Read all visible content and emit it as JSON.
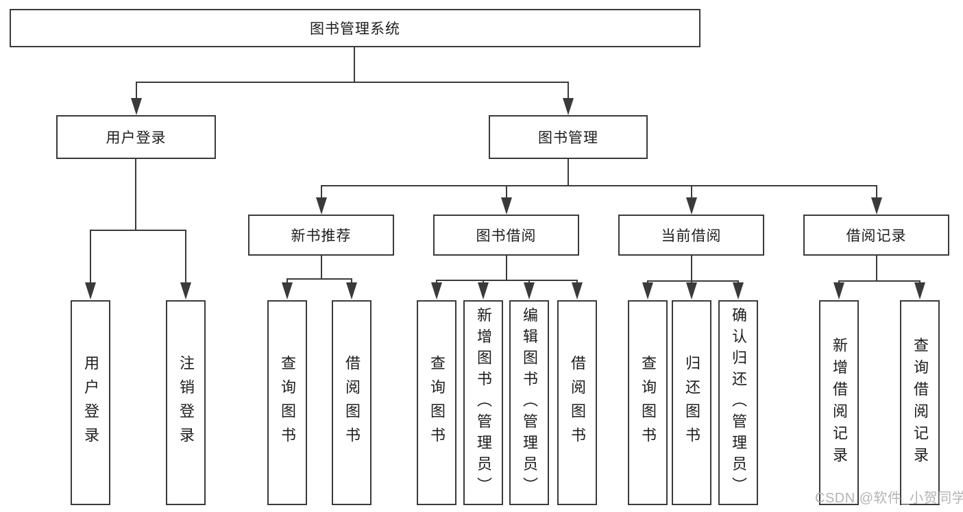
{
  "colors": {
    "line": "#3a3a3a",
    "text": "#1d1d1d",
    "box_background": "#ffffff",
    "watermark": "#b4b4b4"
  },
  "tree": {
    "root": "图书管理系统",
    "children": [
      {
        "label": "用户登录",
        "children": [
          "用户登录",
          "注销登录"
        ]
      },
      {
        "label": "图书管理",
        "children": [
          {
            "label": "新书推荐",
            "children": [
              "查询图书",
              "借阅图书"
            ]
          },
          {
            "label": "图书借阅",
            "children": [
              "查询图书",
              "新增图书（管理员）",
              "编辑图书（管理员）",
              "借阅图书"
            ]
          },
          {
            "label": "当前借阅",
            "children": [
              "查询图书",
              "归还图书",
              "确认归还（管理员）"
            ]
          },
          {
            "label": "借阅记录",
            "children": [
              "新增借阅记录",
              "查询借阅记录"
            ]
          }
        ]
      }
    ]
  },
  "watermark": {
    "text": "CSDN @软件_小贺同学"
  }
}
